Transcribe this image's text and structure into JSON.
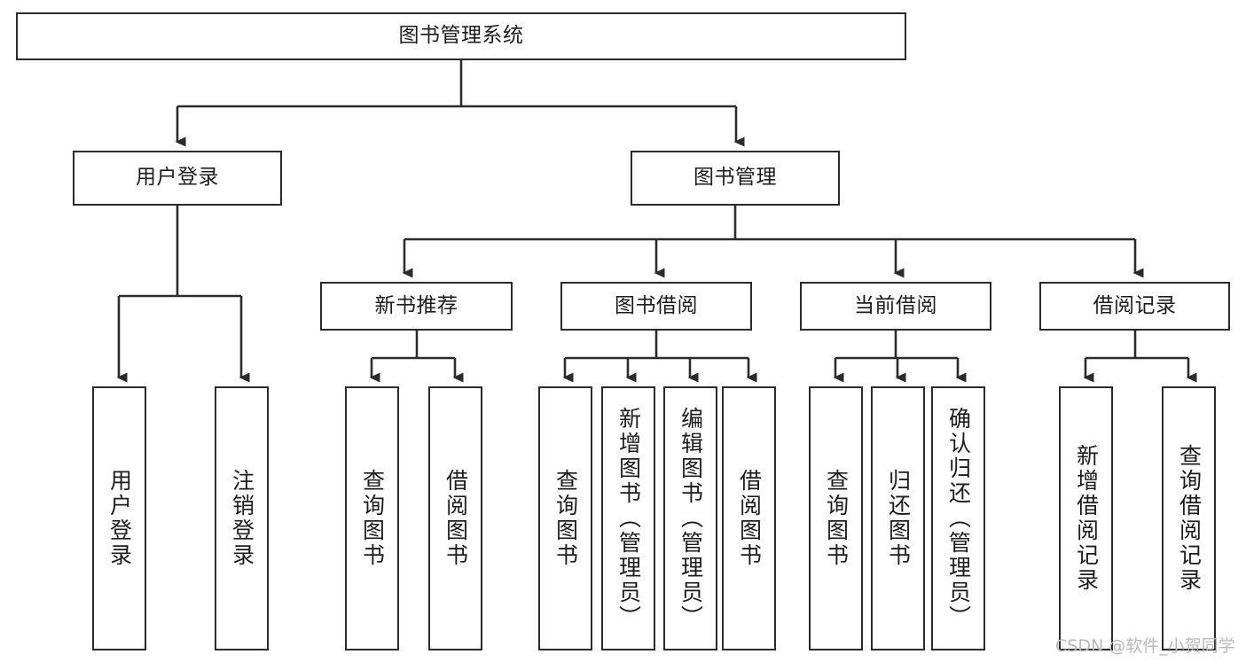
{
  "diagram": {
    "title": "图书管理系统",
    "type": "tree-hierarchy-diagram",
    "colors": {
      "box_border": "#2b2b2b",
      "box_fill": "#ffffff",
      "connector": "#333333",
      "background": "#ffffff",
      "watermark": "#b9b9b9"
    },
    "root": {
      "label": "图书管理系统"
    },
    "level2": [
      {
        "label": "用户登录"
      },
      {
        "label": "图书管理"
      }
    ],
    "level3": [
      {
        "label": "新书推荐"
      },
      {
        "label": "图书借阅"
      },
      {
        "label": "当前借阅"
      },
      {
        "label": "借阅记录"
      }
    ],
    "leaves": {
      "user_login": [
        {
          "label": "用户登录"
        },
        {
          "label": "注销登录"
        }
      ],
      "new_book_recommend": [
        {
          "label": "查询图书"
        },
        {
          "label": "借阅图书"
        }
      ],
      "book_borrow": [
        {
          "label": "查询图书"
        },
        {
          "label": "新增图书（管理员）"
        },
        {
          "label": "编辑图书（管理员）"
        },
        {
          "label": "借阅图书"
        }
      ],
      "current_borrow": [
        {
          "label": "查询图书"
        },
        {
          "label": "归还图书"
        },
        {
          "label": "确认归还（管理员）"
        }
      ],
      "borrow_record": [
        {
          "label": "新增借阅记录"
        },
        {
          "label": "查询借阅记录"
        }
      ]
    }
  },
  "watermark": {
    "text": "CSDN @软件_小贺同学"
  }
}
